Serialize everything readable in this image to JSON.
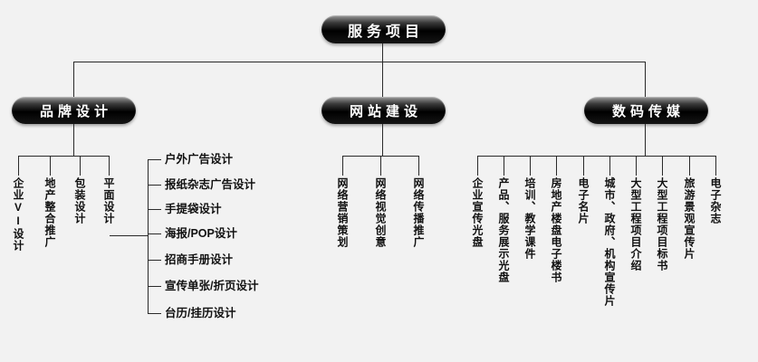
{
  "root": {
    "label": "服务项目"
  },
  "branches": [
    {
      "label": "品牌设计",
      "items": [
        "企业VI设计",
        "地产整合推广",
        "包装设计",
        "平面设计"
      ],
      "subitems": [
        "户外广告设计",
        "报纸杂志广告设计",
        "手提袋设计",
        "海报/POP设计",
        "招商手册设计",
        "宣传单张/折页设计",
        "台历/挂历设计"
      ]
    },
    {
      "label": "网站建设",
      "items": [
        "网络营销策划",
        "网络视觉创意",
        "网络传播推广"
      ]
    },
    {
      "label": "数码传媒",
      "items": [
        "企业宣传光盘",
        "产品、服务展示光盘",
        "培训、教学课件",
        "房地产楼盘电子楼书",
        "电子名片",
        "城市、政府、机构宣传片",
        "大型工程项目介绍",
        "大型工程项目标书",
        "旅游景观宣传片",
        "电子杂志"
      ]
    }
  ],
  "colors": {
    "background": "#f2f2f2",
    "node_fill": "#000000",
    "node_highlight": "#9a9a9a",
    "node_text": "#ffffff",
    "line": "#2a2a2a",
    "label_text": "#111111"
  }
}
